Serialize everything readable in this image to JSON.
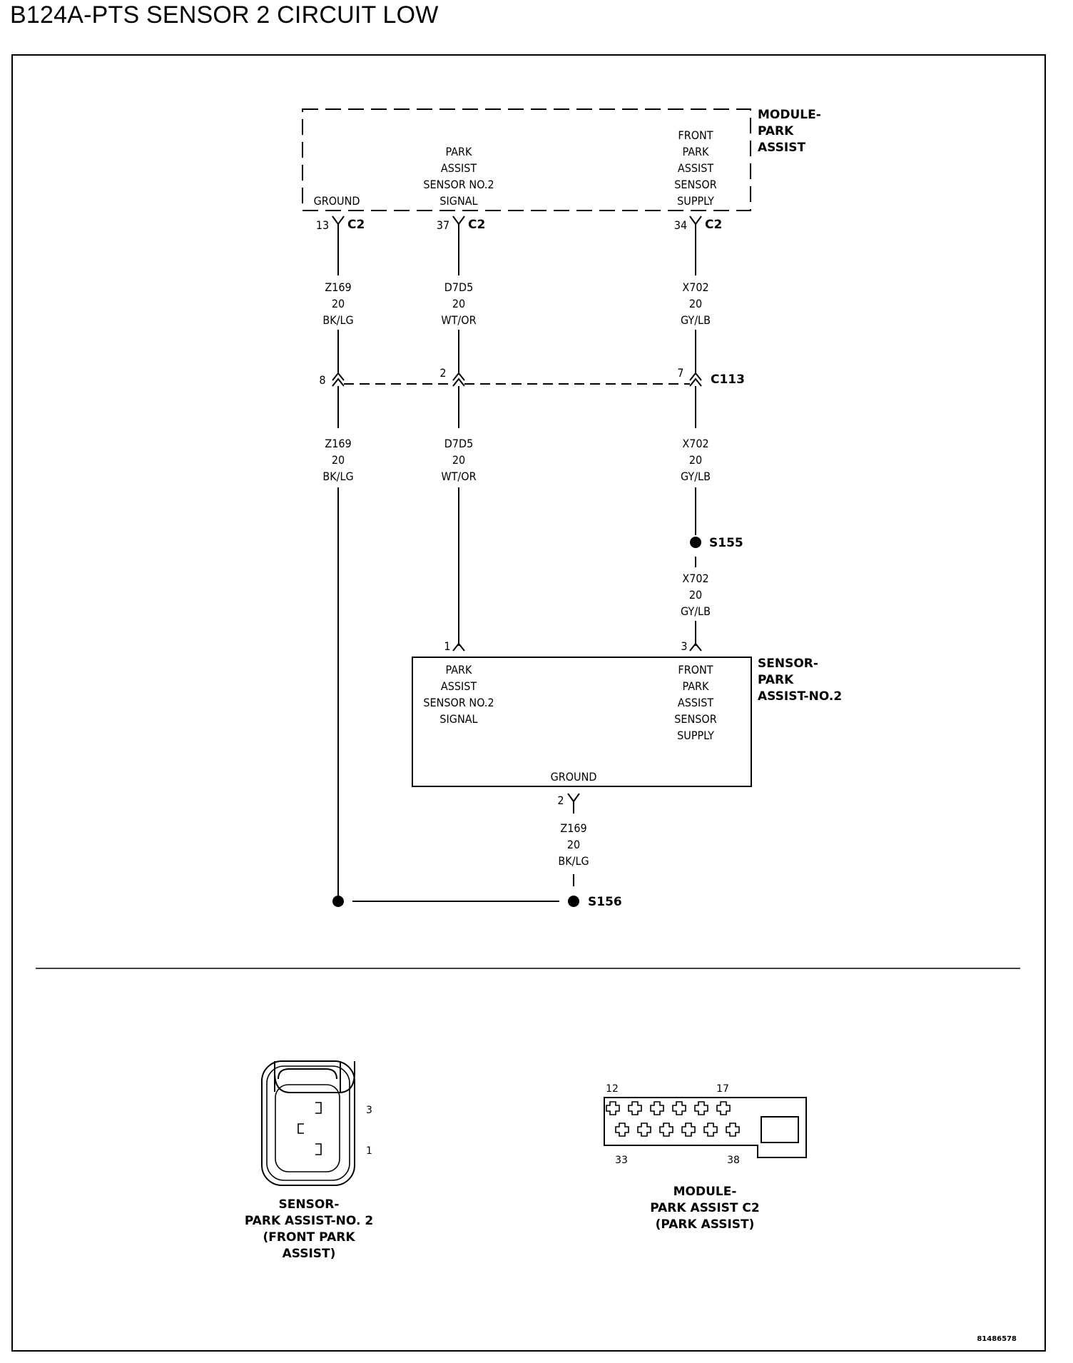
{
  "title": "B124A-PTS SENSOR 2 CIRCUIT LOW",
  "module_park_assist": {
    "name_lines": [
      "MODULE-",
      "PARK",
      "ASSIST"
    ],
    "ground": "GROUND",
    "signal_lines": [
      "PARK",
      "ASSIST",
      "SENSOR NO.2",
      "SIGNAL"
    ],
    "supply_lines": [
      "FRONT",
      "PARK",
      "ASSIST",
      "SENSOR",
      "SUPPLY"
    ],
    "pins": {
      "ground": "13",
      "signal": "37",
      "supply": "34"
    },
    "connector": "C2"
  },
  "wires": {
    "ground": {
      "circuit": "Z169",
      "gauge": "20",
      "color": "BK/LG"
    },
    "signal": {
      "circuit": "D7D5",
      "gauge": "20",
      "color": "WT/OR"
    },
    "supply": {
      "circuit": "X702",
      "gauge": "20",
      "color": "GY/LB"
    }
  },
  "connector_c113": {
    "name": "C113",
    "pins": {
      "ground": "8",
      "signal": "2",
      "supply": "7"
    }
  },
  "splices": {
    "s155": "S155",
    "s156": "S156"
  },
  "sensor": {
    "name_lines": [
      "SENSOR-",
      "PARK",
      "ASSIST-NO.2"
    ],
    "signal_lines": [
      "PARK",
      "ASSIST",
      "SENSOR NO.2",
      "SIGNAL"
    ],
    "supply_lines": [
      "FRONT",
      "PARK",
      "ASSIST",
      "SENSOR",
      "SUPPLY"
    ],
    "ground": "GROUND",
    "pins": {
      "signal": "1",
      "supply": "3",
      "ground": "2"
    }
  },
  "views": {
    "sensor_view": {
      "caption_lines": [
        "SENSOR-",
        "PARK ASSIST-NO. 2",
        "(FRONT PARK",
        "ASSIST)"
      ],
      "pin_labels": [
        "3",
        "1"
      ]
    },
    "module_view": {
      "caption_lines": [
        "MODULE-",
        "PARK ASSIST C2",
        "(PARK ASSIST)"
      ],
      "pin_labels": {
        "top_left": "12",
        "top_right": "17",
        "bottom_left": "33",
        "bottom_right": "38"
      }
    }
  },
  "figure_id": "81486578"
}
